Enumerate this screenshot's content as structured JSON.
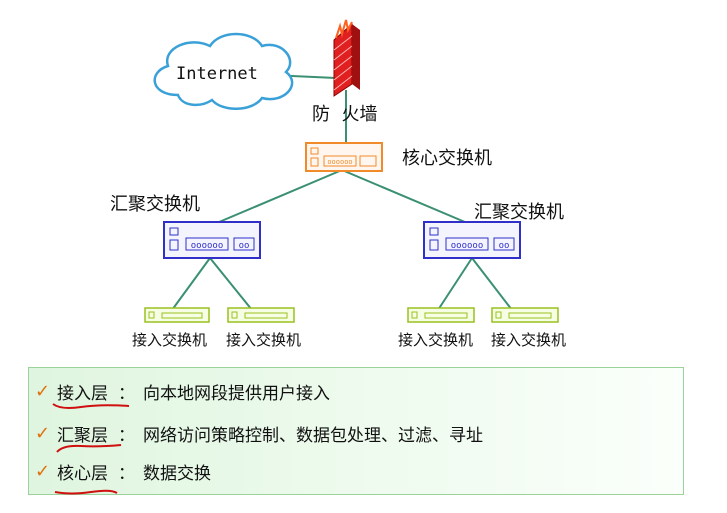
{
  "nodes": {
    "internet": "Internet",
    "firewall": "防  火墙",
    "core_switch": "核心交换机",
    "agg_left": "汇聚交换机",
    "agg_right": "汇聚交换机",
    "access_1": "接入交换机",
    "access_2": "接入交换机",
    "access_3": "接入交换机",
    "access_4": "接入交换机"
  },
  "legend": [
    {
      "term": "接入层",
      "separator": "：",
      "desc": "向本地网段提供用户接入"
    },
    {
      "term": "汇聚层",
      "separator": "：",
      "desc": "网络访问策略控制、数据包处理、过滤、寻址"
    },
    {
      "term": "核心层",
      "separator": "：",
      "desc": "数据交换"
    }
  ],
  "colors": {
    "link": "#3a9070",
    "cloud_border": "#3aa0d8",
    "core_switch": "#f08a2a",
    "agg_switch": "#3030c8",
    "access_switch": "#9ac020",
    "firewall": "#d82020",
    "checkmark": "#e07010",
    "underline": "#d01010"
  }
}
